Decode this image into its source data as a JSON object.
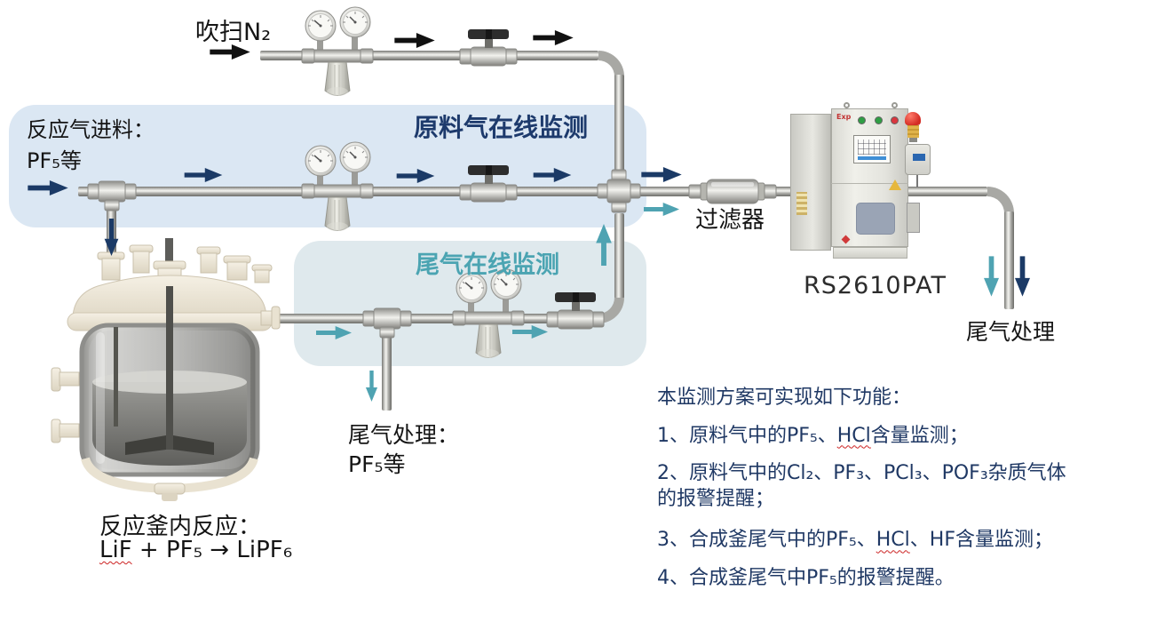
{
  "colors": {
    "navy_arrow": "#1b3a66",
    "teal_arrow": "#4fa3b2",
    "black_arrow": "#111111",
    "feed_box_bg": "#dbe7f3",
    "tail_box_bg": "#dfe9ed",
    "navy_text": "#1f3864",
    "teal_title": "#4ba4b2"
  },
  "purge_line": {
    "label": "吹扫N₂"
  },
  "feed_box": {
    "inlet_label_line1": "反应气进料：",
    "inlet_label_line2": "PF₅等",
    "title": "原料气在线监测"
  },
  "tail_box": {
    "title": "尾气在线监测"
  },
  "filter": {
    "label": "过滤器"
  },
  "analyzer": {
    "model": "RS2610PAT",
    "exp_label": "Exp"
  },
  "tail_outlet_right": {
    "label": "尾气处理"
  },
  "tail_outlet_mid": {
    "label_line1": "尾气处理：",
    "label_line2": "PF₅等"
  },
  "reactor": {
    "caption": "反应釜内反应：",
    "formula_marked": "LiF",
    "formula_rest": " + PF₅ → LiPF₆"
  },
  "functions": {
    "heading": "本监测方案可实现如下功能：",
    "items": [
      {
        "pre": "1、原料气中的PF₅、",
        "mark": "HCl",
        "post": "含量监测；"
      },
      {
        "line1": "2、原料气中的Cl₂、PF₃、PCl₃、POF₃杂质气体",
        "line2": "的报警提醒；"
      },
      {
        "pre": "3、合成釜尾气中的PF₅、",
        "mark": "HCl",
        "post": "、HF含量监测；"
      },
      {
        "text": "4、合成釜尾气中PF₅的报警提醒。"
      }
    ]
  }
}
